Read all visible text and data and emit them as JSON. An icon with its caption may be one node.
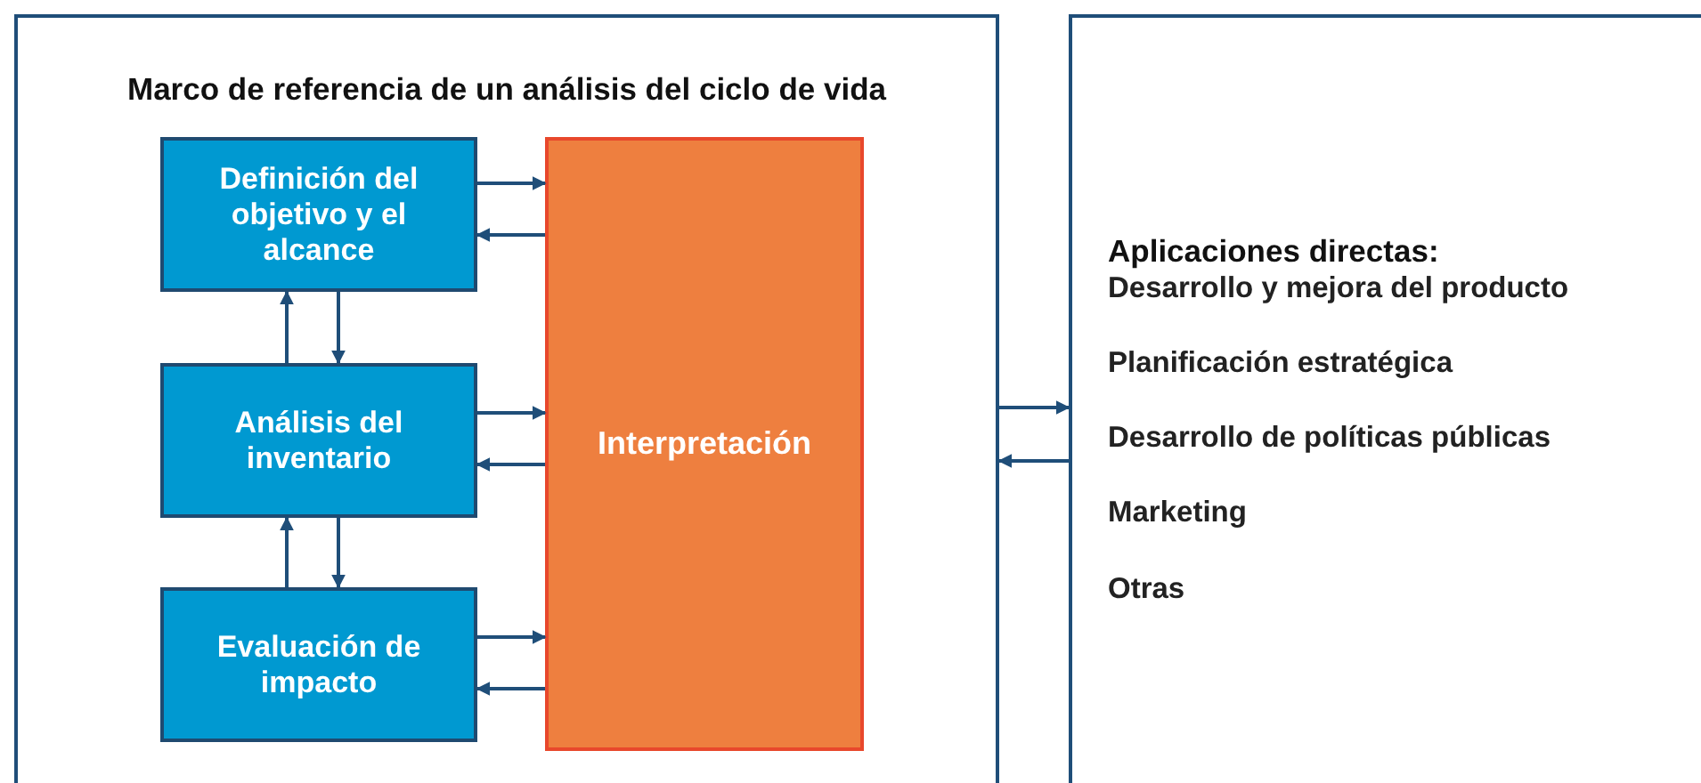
{
  "diagram": {
    "nodes": [
      {
        "text": [
          "Marco de referencia de un análisis del ciclo de vida"
        ]
      },
      {
        "text": [
          "Definición del objetivo y el alcance"
        ],
        "in": 0
      },
      {
        "text": [
          "Análisis del inventario"
        ],
        "in": 0
      },
      {
        "text": [
          "Evaluación de impacto"
        ],
        "in": 0
      },
      {
        "text": [
          "Interpretación"
        ],
        "in": 0
      },
      {
        "text": [
          "Aplicaciones directas:",
          "Desarrollo y mejora del producto",
          "Planificación estratégica",
          "Desarrollo de políticas públicas",
          "Marketing",
          "Otras"
        ]
      }
    ],
    "edges": [
      {
        "from": 1,
        "to": 4,
        "arrow": "to"
      },
      {
        "from": 4,
        "to": 1,
        "arrow": "to"
      },
      {
        "from": 2,
        "to": 1,
        "arrow": "to"
      },
      {
        "from": 1,
        "to": 2,
        "arrow": "to"
      },
      {
        "from": 2,
        "to": 4,
        "arrow": "to"
      },
      {
        "from": 4,
        "to": 2,
        "arrow": "to"
      },
      {
        "from": 3,
        "to": 2,
        "arrow": "to"
      },
      {
        "from": 2,
        "to": 3,
        "arrow": "to"
      },
      {
        "from": 3,
        "to": 4,
        "arrow": "to"
      },
      {
        "from": 4,
        "to": 3,
        "arrow": "to"
      },
      {
        "from": 0,
        "to": 5,
        "arrow": "to"
      },
      {
        "from": 5,
        "to": 0,
        "arrow": "to"
      }
    ]
  }
}
